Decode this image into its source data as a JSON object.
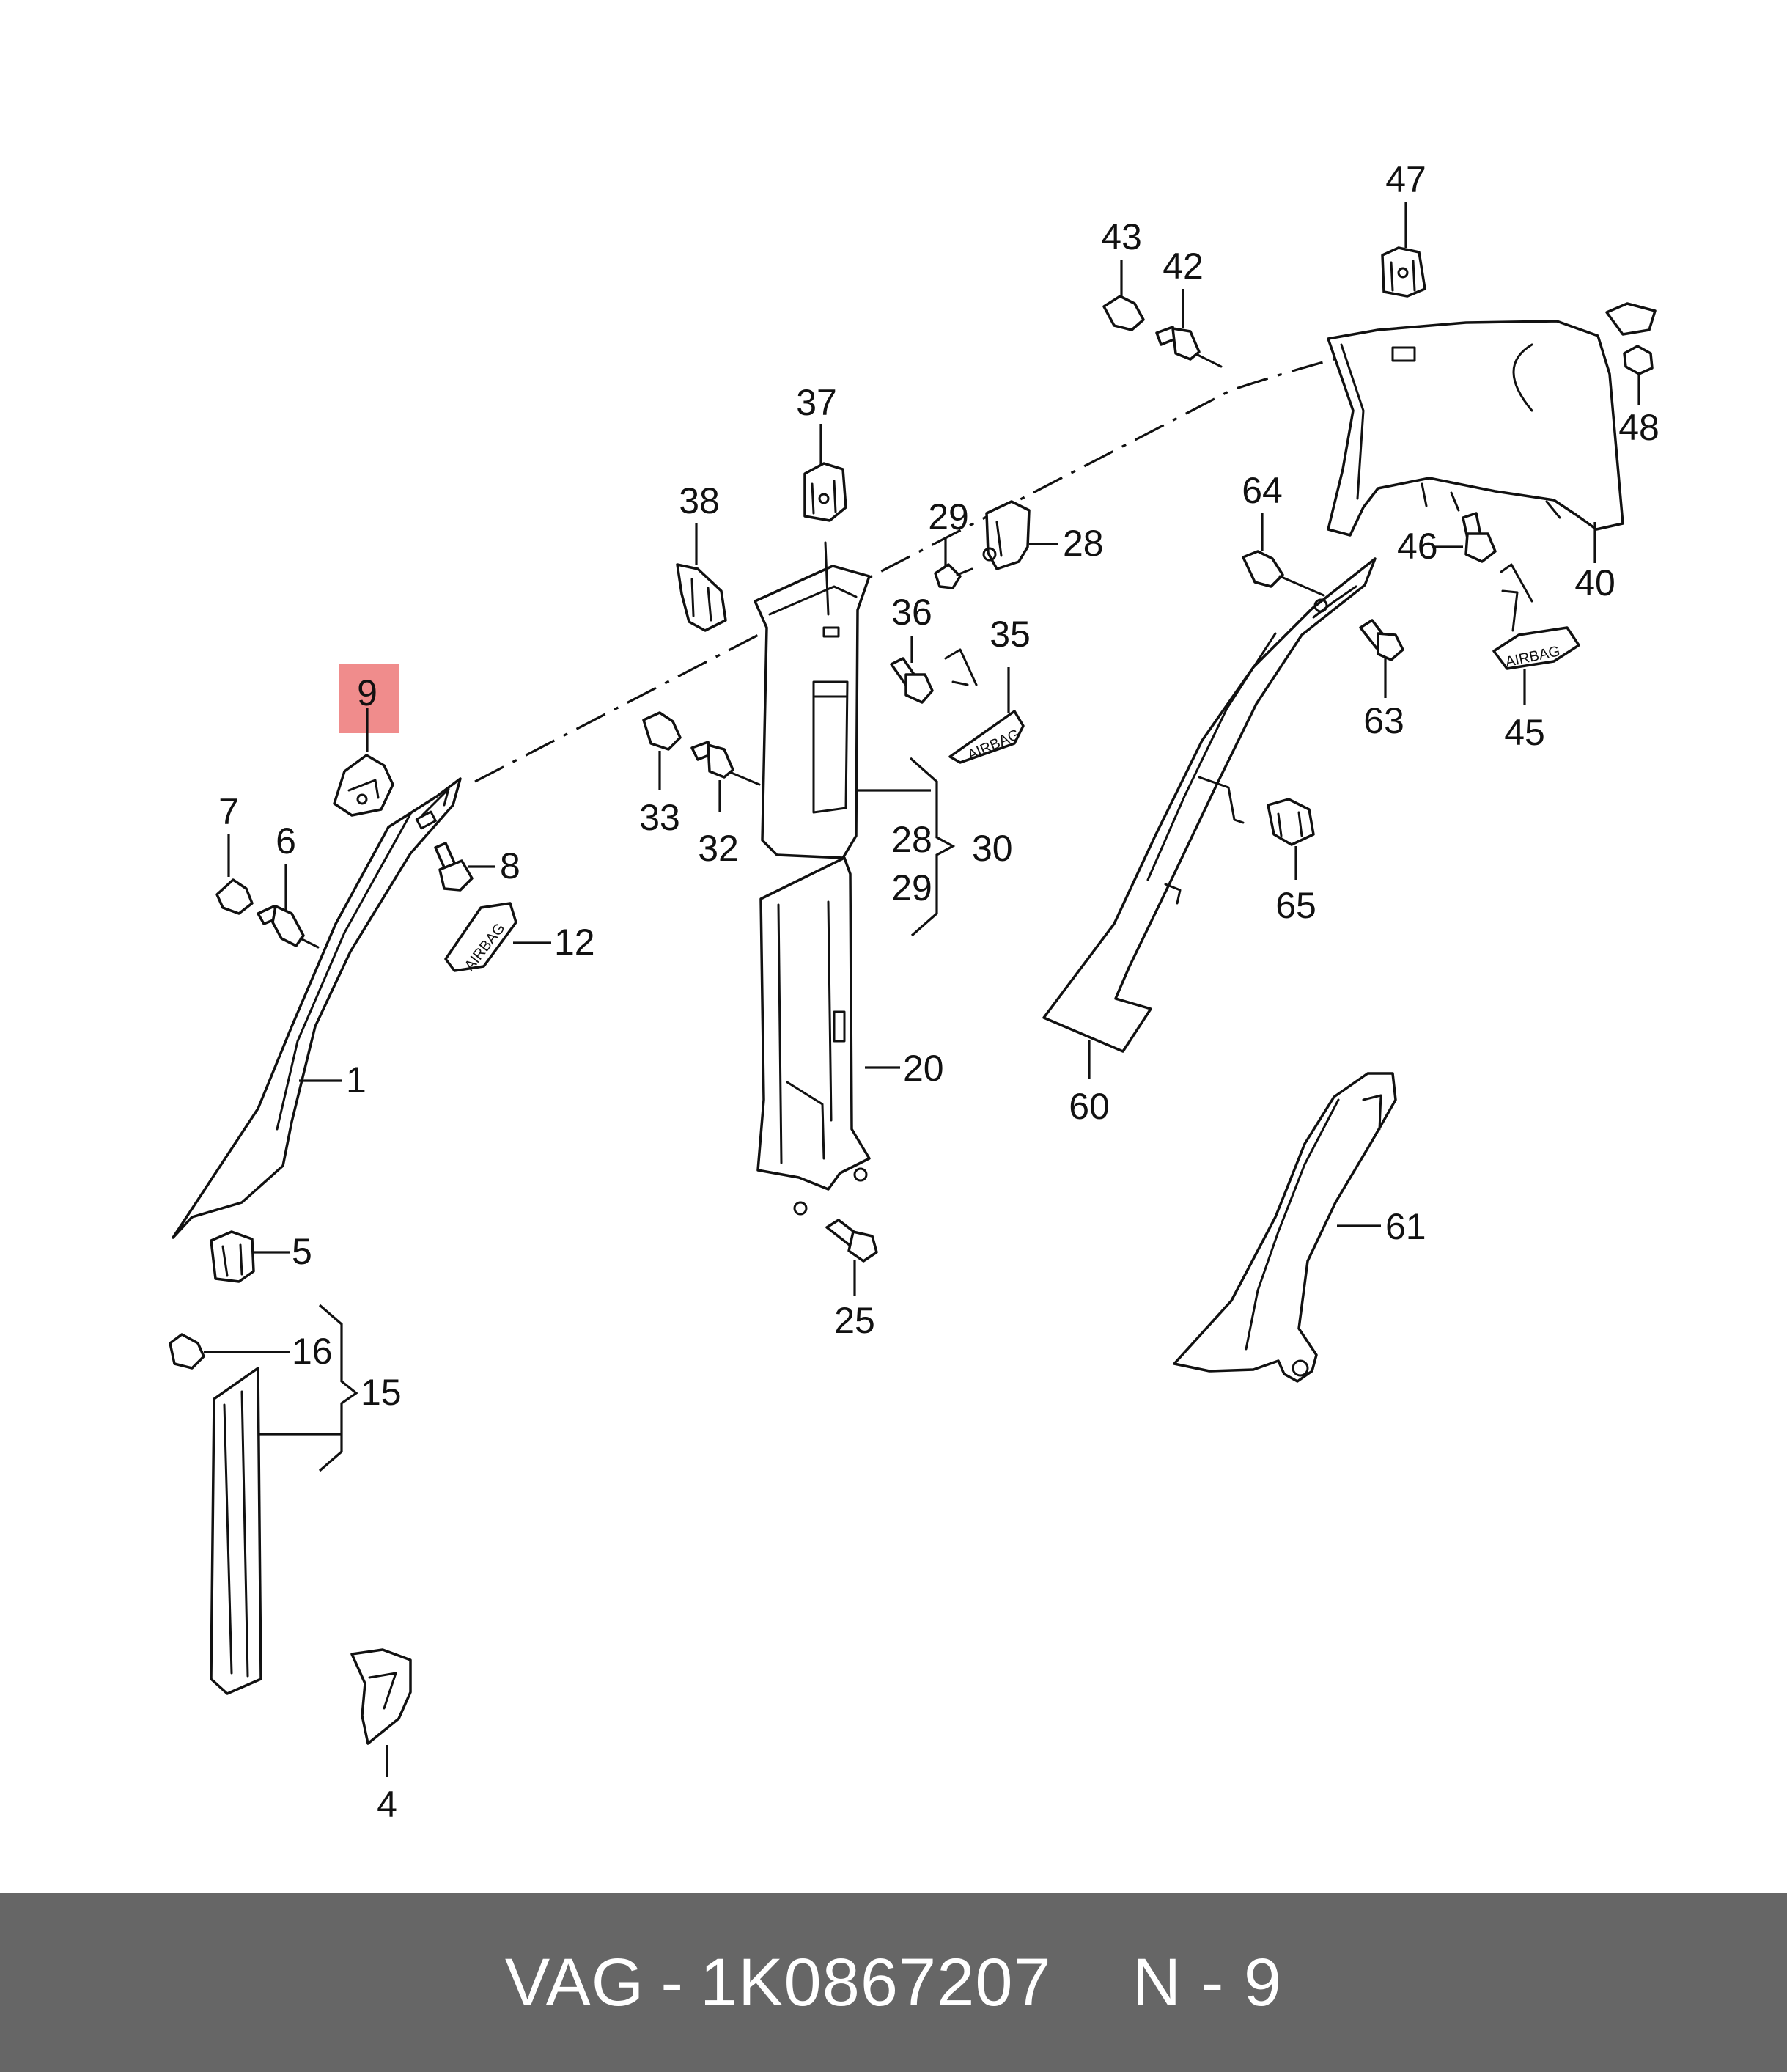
{
  "highlighted_part": "9",
  "labels": {
    "l1": "1",
    "l4": "4",
    "l5": "5",
    "l6": "6",
    "l7": "7",
    "l8": "8",
    "l9": "9",
    "l12": "12",
    "l15": "15",
    "l16": "16",
    "l20": "20",
    "l25": "25",
    "l28a": "28",
    "l28b": "28",
    "l29a": "29",
    "l29b": "29",
    "l30": "30",
    "l32": "32",
    "l33": "33",
    "l35": "35",
    "l36": "36",
    "l37": "37",
    "l38": "38",
    "l40": "40",
    "l42": "42",
    "l43": "43",
    "l45": "45",
    "l46": "46",
    "l47": "47",
    "l48": "48",
    "l60": "60",
    "l61": "61",
    "l63": "63",
    "l64": "64",
    "l65": "65"
  },
  "airbag_text": "AIRBAG",
  "footer": {
    "brand": "VAG",
    "separator": "-",
    "part_number": "1K0867207",
    "position": "N - 9"
  },
  "colors": {
    "highlight": "#f08c8c",
    "footer_background": "#666666",
    "footer_text": "#ffffff",
    "line": "#111111"
  }
}
